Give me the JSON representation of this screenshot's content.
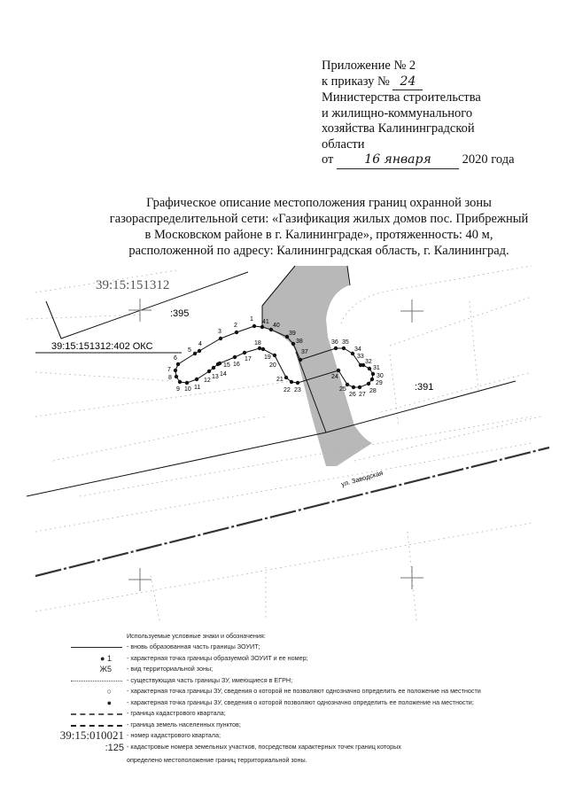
{
  "appendix": {
    "line1": "Приложение № 2",
    "line2_prefix": "к приказу №",
    "order_number": "24",
    "line3": "Министерства строительства",
    "line4": "и жилищно-коммунального",
    "line5": "хозяйства Калининградской",
    "line6": "области",
    "date_prefix": "от",
    "date_handwritten": "16 января",
    "date_suffix": "2020 года"
  },
  "title": {
    "line1": "Графическое описание местоположения границ охранной зоны",
    "line2": "газораспределительной сети: «Газификация жилых домов пос. Прибрежный",
    "line3": "в Московском районе в г. Калининграде», протяженность: 40 м,",
    "line4": "расположенной по адресу: Калининградская область, г. Калининград."
  },
  "map": {
    "quarter_number": "39:15:151312",
    "parcel_395": ":395",
    "parcel_391": ":391",
    "oks_label": "39:15:151312:402  ОКС",
    "street_label": "ул. Заводская",
    "point_labels": [
      "1",
      "2",
      "3",
      "4",
      "5",
      "6",
      "7",
      "8",
      "9",
      "10",
      "11",
      "12",
      "13",
      "14",
      "15",
      "16",
      "17",
      "18",
      "19",
      "20",
      "21",
      "22",
      "23",
      "24",
      "25",
      "26",
      "27",
      "28",
      "29",
      "30",
      "31",
      "32",
      "33",
      "34",
      "35",
      "36",
      "37",
      "38",
      "39",
      "40",
      "41"
    ],
    "colors": {
      "road_fill": "#b8b8b8",
      "line": "#111111",
      "dotted": "#999999"
    }
  },
  "legend": {
    "heading": "Используемые условные знаки и обозначения:",
    "items": [
      {
        "symbol": "",
        "text": "- вновь образованная часть границы ЗОУИТ;"
      },
      {
        "symbol": "● 1",
        "text": "- характерная точка границы образуемой ЗОУИТ и ее номер;"
      },
      {
        "symbol": "Ж5",
        "text": "- вид территориальной зоны;"
      },
      {
        "symbol": "",
        "text": "- существующая часть границы ЗУ, имеющиеся в ЕГРН;"
      },
      {
        "symbol": "○",
        "text": "- характерная точка границы ЗУ, сведения о которой не позволяют однозначно определить ее положение на местности"
      },
      {
        "symbol": "●",
        "text": "- характерная точка границы ЗУ, сведения о которой позволяют однозначно определить ее положение на местности;"
      },
      {
        "symbol": "",
        "text": "- граница кадастрового квартала;"
      },
      {
        "symbol": "",
        "text": "- граница земель населенных пунктов;"
      },
      {
        "symbol": "39:15:010021",
        "text": "- номер кадастрового квартала;"
      },
      {
        "symbol": ":125",
        "text": "- кадастровые номера земельных участков, посредством характерных точек границ которых"
      }
    ],
    "continuation": "определено местоположение границ территориальной зоны."
  }
}
